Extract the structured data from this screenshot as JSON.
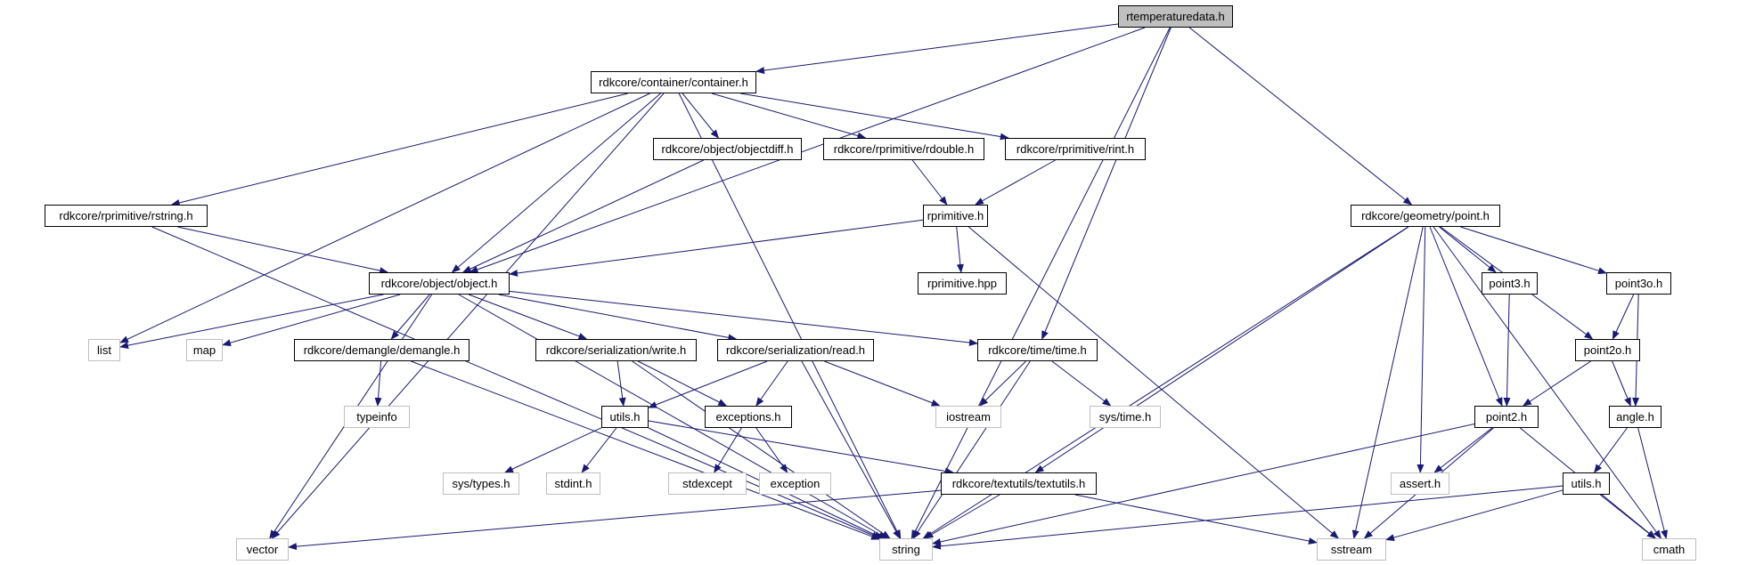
{
  "graph": {
    "edge_color": "#191970",
    "root_fill": "#bfbfbf",
    "external_border": "#bfbfbf",
    "nodes": [
      {
        "id": "rtemperaturedata",
        "label": "rtemperaturedata.h",
        "kind": "root"
      },
      {
        "id": "container",
        "label": "rdkcore/container/container.h",
        "kind": "documented"
      },
      {
        "id": "objectdiff",
        "label": "rdkcore/object/objectdiff.h",
        "kind": "documented"
      },
      {
        "id": "rdouble",
        "label": "rdkcore/rprimitive/rdouble.h",
        "kind": "documented"
      },
      {
        "id": "rint",
        "label": "rdkcore/rprimitive/rint.h",
        "kind": "documented"
      },
      {
        "id": "rstring",
        "label": "rdkcore/rprimitive/rstring.h",
        "kind": "documented"
      },
      {
        "id": "rprimitive",
        "label": "rprimitive.h",
        "kind": "documented"
      },
      {
        "id": "rprimitivehpp",
        "label": "rprimitive.hpp",
        "kind": "documented"
      },
      {
        "id": "object",
        "label": "rdkcore/object/object.h",
        "kind": "documented"
      },
      {
        "id": "point",
        "label": "rdkcore/geometry/point.h",
        "kind": "documented"
      },
      {
        "id": "point3",
        "label": "point3.h",
        "kind": "documented"
      },
      {
        "id": "point3o",
        "label": "point3o.h",
        "kind": "documented"
      },
      {
        "id": "list",
        "label": "list",
        "kind": "external"
      },
      {
        "id": "map",
        "label": "map",
        "kind": "external"
      },
      {
        "id": "demangle",
        "label": "rdkcore/demangle/demangle.h",
        "kind": "documented"
      },
      {
        "id": "write",
        "label": "rdkcore/serialization/write.h",
        "kind": "documented"
      },
      {
        "id": "read",
        "label": "rdkcore/serialization/read.h",
        "kind": "documented"
      },
      {
        "id": "time",
        "label": "rdkcore/time/time.h",
        "kind": "documented"
      },
      {
        "id": "point2o",
        "label": "point2o.h",
        "kind": "documented"
      },
      {
        "id": "typeinfo",
        "label": "typeinfo",
        "kind": "external"
      },
      {
        "id": "utils",
        "label": "utils.h",
        "kind": "documented"
      },
      {
        "id": "exceptions",
        "label": "exceptions.h",
        "kind": "documented"
      },
      {
        "id": "iostream",
        "label": "iostream",
        "kind": "external"
      },
      {
        "id": "systime",
        "label": "sys/time.h",
        "kind": "external"
      },
      {
        "id": "point2",
        "label": "point2.h",
        "kind": "documented"
      },
      {
        "id": "angle",
        "label": "angle.h",
        "kind": "documented"
      },
      {
        "id": "systypes",
        "label": "sys/types.h",
        "kind": "external"
      },
      {
        "id": "stdint",
        "label": "stdint.h",
        "kind": "external"
      },
      {
        "id": "stdexcept",
        "label": "stdexcept",
        "kind": "external"
      },
      {
        "id": "exception",
        "label": "exception",
        "kind": "external"
      },
      {
        "id": "textutils",
        "label": "rdkcore/textutils/textutils.h",
        "kind": "documented"
      },
      {
        "id": "assert",
        "label": "assert.h",
        "kind": "external"
      },
      {
        "id": "gutils",
        "label": "utils.h",
        "kind": "documented"
      },
      {
        "id": "vector",
        "label": "vector",
        "kind": "external"
      },
      {
        "id": "string",
        "label": "string",
        "kind": "external"
      },
      {
        "id": "sstream",
        "label": "sstream",
        "kind": "external"
      },
      {
        "id": "cmath",
        "label": "cmath",
        "kind": "external"
      }
    ],
    "edges": [
      [
        "rtemperaturedata",
        "container"
      ],
      [
        "rtemperaturedata",
        "object"
      ],
      [
        "rtemperaturedata",
        "time"
      ],
      [
        "rtemperaturedata",
        "string"
      ],
      [
        "rtemperaturedata",
        "point"
      ],
      [
        "container",
        "objectdiff"
      ],
      [
        "container",
        "rdouble"
      ],
      [
        "container",
        "rint"
      ],
      [
        "container",
        "rstring"
      ],
      [
        "container",
        "object"
      ],
      [
        "container",
        "list"
      ],
      [
        "container",
        "vector"
      ],
      [
        "container",
        "string"
      ],
      [
        "objectdiff",
        "object"
      ],
      [
        "rdouble",
        "rprimitive"
      ],
      [
        "rint",
        "rprimitive"
      ],
      [
        "rstring",
        "object"
      ],
      [
        "rstring",
        "string"
      ],
      [
        "rprimitive",
        "object"
      ],
      [
        "rprimitive",
        "rprimitivehpp"
      ],
      [
        "rprimitive",
        "sstream"
      ],
      [
        "object",
        "list"
      ],
      [
        "object",
        "map"
      ],
      [
        "object",
        "demangle"
      ],
      [
        "object",
        "write"
      ],
      [
        "object",
        "read"
      ],
      [
        "object",
        "time"
      ],
      [
        "object",
        "vector"
      ],
      [
        "object",
        "string"
      ],
      [
        "demangle",
        "typeinfo"
      ],
      [
        "demangle",
        "string"
      ],
      [
        "write",
        "utils"
      ],
      [
        "write",
        "exceptions"
      ],
      [
        "write",
        "string"
      ],
      [
        "read",
        "utils"
      ],
      [
        "read",
        "exceptions"
      ],
      [
        "read",
        "iostream"
      ],
      [
        "read",
        "string"
      ],
      [
        "time",
        "iostream"
      ],
      [
        "time",
        "systime"
      ],
      [
        "time",
        "string"
      ],
      [
        "utils",
        "systypes"
      ],
      [
        "utils",
        "stdint"
      ],
      [
        "utils",
        "textutils"
      ],
      [
        "utils",
        "string"
      ],
      [
        "exceptions",
        "stdexcept"
      ],
      [
        "exceptions",
        "exception"
      ],
      [
        "textutils",
        "vector"
      ],
      [
        "textutils",
        "string"
      ],
      [
        "textutils",
        "sstream"
      ],
      [
        "point",
        "textutils"
      ],
      [
        "point",
        "string"
      ],
      [
        "point",
        "sstream"
      ],
      [
        "point",
        "assert"
      ],
      [
        "point",
        "point2"
      ],
      [
        "point",
        "point3"
      ],
      [
        "point",
        "point3o"
      ],
      [
        "point",
        "point2o"
      ],
      [
        "point",
        "cmath"
      ],
      [
        "point3",
        "point2"
      ],
      [
        "point3o",
        "point2o"
      ],
      [
        "point3o",
        "angle"
      ],
      [
        "point2o",
        "point2"
      ],
      [
        "point2o",
        "angle"
      ],
      [
        "point2",
        "assert"
      ],
      [
        "point2",
        "string"
      ],
      [
        "point2",
        "sstream"
      ],
      [
        "point2",
        "cmath"
      ],
      [
        "angle",
        "gutils"
      ],
      [
        "angle",
        "cmath"
      ],
      [
        "gutils",
        "string"
      ],
      [
        "gutils",
        "sstream"
      ],
      [
        "gutils",
        "cmath"
      ]
    ]
  }
}
